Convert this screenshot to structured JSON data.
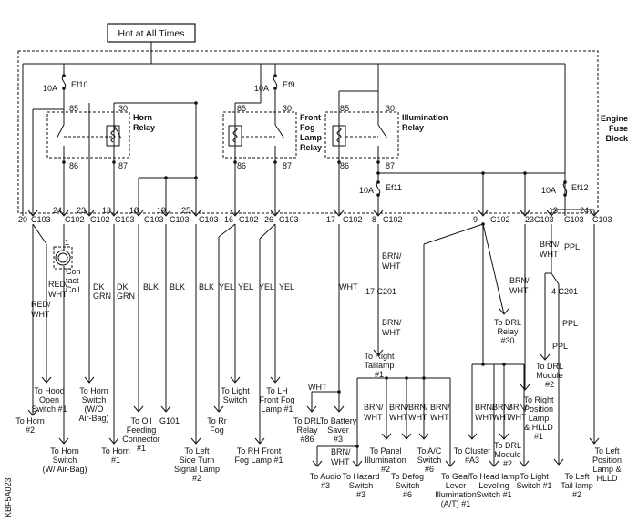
{
  "header": {
    "power_label": "Hot at All Times"
  },
  "fuse_block": {
    "label": "Engine Fuse Block"
  },
  "fuses": [
    {
      "rating": "10A",
      "name": "Ef10"
    },
    {
      "rating": "10A",
      "name": "Ef9"
    },
    {
      "rating": "10A",
      "name": "Ef11"
    },
    {
      "rating": "10A",
      "name": "Ef12"
    }
  ],
  "relays": [
    {
      "name": "Horn Relay",
      "pins": [
        "85",
        "30",
        "86",
        "87"
      ]
    },
    {
      "name": "Front Fog Lamp Relay",
      "pins": [
        "85",
        "30",
        "86",
        "87"
      ]
    },
    {
      "name": "Illumination Relay",
      "pins": [
        "85",
        "30",
        "86",
        "87"
      ]
    }
  ],
  "connector_pins": [
    {
      "pin": "20",
      "conn": "C103"
    },
    {
      "pin": "24",
      "conn": "C102"
    },
    {
      "pin": "23",
      "conn": "C102"
    },
    {
      "pin": "13",
      "conn": "C103"
    },
    {
      "pin": "18",
      "conn": "C103"
    },
    {
      "pin": "19",
      "conn": "C103"
    },
    {
      "pin": "25",
      "conn": "C103"
    },
    {
      "pin": "16",
      "conn": "C102"
    },
    {
      "pin": "26",
      "conn": "C103"
    },
    {
      "pin": "17",
      "conn": "C102"
    },
    {
      "pin": "8",
      "conn": "C102"
    },
    {
      "pin": "9",
      "conn": "C102"
    },
    {
      "pin": "23",
      "conn": "C103"
    },
    {
      "pin": "13",
      "conn": "C103"
    },
    {
      "pin": "24",
      "conn": "C103"
    }
  ],
  "clock_spring": {
    "pin": "1",
    "label": "Contact Coil"
  },
  "wire_colors": {
    "red_wht": "RED/ WHT",
    "dk_grn": "DK GRN",
    "blk": "BLK",
    "yel": "YEL",
    "wht": "WHT",
    "brn_wht": "BRN/ WHT",
    "ppl": "PPL"
  },
  "inline_connector": {
    "c201_a": "17 C201",
    "c201_b": "4 C201"
  },
  "destinations": {
    "to_horn_2": "To Horn #2",
    "to_hood_open_switch": "To Hood Open Switch #1",
    "to_horn_switch_airbag": "To Horn Switch (W/ Air-Bag)",
    "to_horn_switch_no_airbag": "To Horn Switch (W/O Air-Bag)",
    "to_horn_1": "To Horn #1",
    "to_oil_feeding_connector": "To Oil Feeding Connector #1",
    "g101": "G101",
    "to_left_side_turn_signal": "To Left Side Turn Signal Lamp #2",
    "to_light_switch": "To Light Switch",
    "to_rr_fog": "To Rr Fog",
    "to_rh_front_fog": "To RH Front Fog Lamp #1",
    "to_lh_front_fog": "To LH Front Fog Lamp #1",
    "to_drl_relay_86": "To DRL Relay #86",
    "to_battery_saver": "To Battery Saver #3",
    "to_audio": "To Audio #3",
    "to_hazard_switch": "To Hazard Switch #3",
    "to_right_taillamp": "To Right Taillamp #1",
    "to_panel_illumination": "To Panel Illumination #2",
    "to_defog_switch": "To Defog Switch #6",
    "to_ac_switch": "To A/C Switch #6",
    "to_gear_lever": "To Gear Lever Illumination (A/T) #1",
    "to_cluster": "To Cluster #A3",
    "to_head_lamp_leveling": "To Head lamp Leveling Switch #1",
    "to_drl_module_2": "To DRL Module #2",
    "to_light_switch_1": "To Light Switch #1",
    "to_drl_relay_30": "To DRL Relay #30",
    "to_right_position_lamp": "To Right Position Lamp & HLLD #1",
    "to_drl_module_2b": "To DRL Module #2",
    "to_left_tail_lamp": "To Left Tail lamp #2",
    "to_left_position_lamp": "To Left Position Lamp & HLLD"
  },
  "figure_code": "KBF5A023"
}
